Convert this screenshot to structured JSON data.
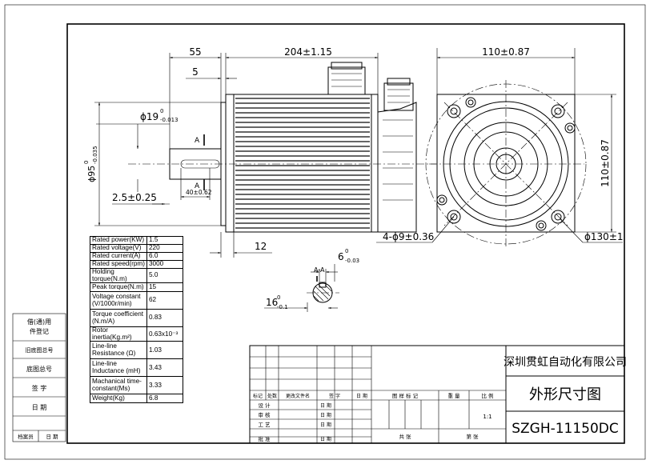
{
  "dimensions": {
    "d55": "55",
    "d5": "5",
    "d204": "204±1.15",
    "d110w": "110±0.87",
    "d110h": "110±0.87",
    "phi19": "ϕ19",
    "phi19_up": "0",
    "phi19_low": "-0.013",
    "phi95": "ϕ95",
    "phi95_up": "0",
    "phi95_low": "-0.035",
    "d25": "2.5±0.25",
    "d40": "40±0.62",
    "d12": "12",
    "d6": "6",
    "d6_up": "0",
    "d6_low": "-0.03",
    "d16": "16",
    "d16_up": "0",
    "d16_low": "-0.1",
    "holes": "4-ϕ9±0.36",
    "phi130": "ϕ130±1",
    "sectionA": "A",
    "sectionAA": "A-A"
  },
  "specs": [
    {
      "label": "Rated power(KW)",
      "value": "1.5"
    },
    {
      "label": "Rated voltage(V)",
      "value": "220"
    },
    {
      "label": "Rated current(A)",
      "value": "6.0"
    },
    {
      "label": "Rated speed(rpm)",
      "value": "3000"
    },
    {
      "label": "Holding torque(N.m)",
      "value": "5.0"
    },
    {
      "label": "Peak torque(N.m)",
      "value": "15"
    },
    {
      "label": "Voltage constant (V/1000r/min)",
      "value": "62"
    },
    {
      "label": "Torque coefficient (N.m/A)",
      "value": "0.83"
    },
    {
      "label": "Rotor inertia(Kg.m²)",
      "value": "0.63x10⁻³"
    },
    {
      "label": "Line-line Resistance (Ω)",
      "value": "1.03"
    },
    {
      "label": "Line-line Inductance (mH)",
      "value": "3.43"
    },
    {
      "label": "Machanical time-constant(Ms)",
      "value": "3.33"
    },
    {
      "label": "Weight(Kg)",
      "value": "6.8"
    }
  ],
  "left_strip": [
    "借(通)用",
    "件登记",
    "旧底图总号",
    "底图总号",
    "签 字",
    "日 期",
    "档案员",
    "日 期"
  ],
  "title_block": {
    "company": "深圳贯虹自动化有限公司",
    "drawing_title": "外形尺寸图",
    "model": "SZGH-11150DC",
    "scale_value": "1:1",
    "header_row": [
      "标记",
      "处数",
      "更改文件名",
      "签 字",
      "日 期"
    ],
    "row_labels": [
      "设 计",
      "审 核",
      "工 艺",
      "批 准"
    ],
    "date_label": "日 期",
    "mark_label": "图 样 标 记",
    "weight_label": "重 量",
    "scale_label": "比 例",
    "total_label": "共    张",
    "sheet_label": "第    张"
  }
}
